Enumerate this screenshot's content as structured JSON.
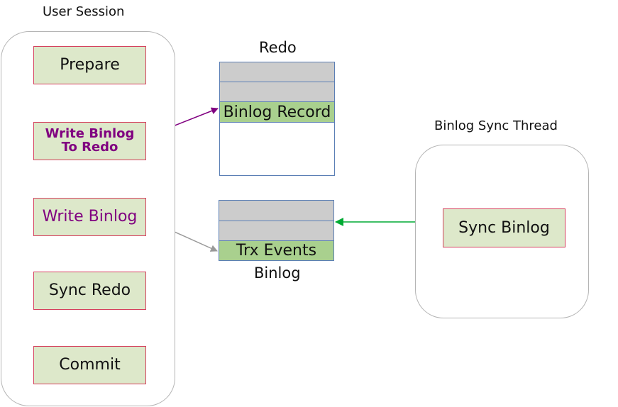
{
  "user_session": {
    "title": "User Session",
    "steps": [
      {
        "label": "Prepare",
        "color": "#111111"
      },
      {
        "label": "Write Binlog\nTo Redo",
        "color": "#800080",
        "bold": true
      },
      {
        "label": "Write Binlog",
        "color": "#800080"
      },
      {
        "label": "Sync Redo",
        "color": "#111111"
      },
      {
        "label": "Commit",
        "color": "#111111"
      }
    ]
  },
  "redo": {
    "title": "Redo",
    "record_label": "Binlog Record"
  },
  "binlog": {
    "title": "Binlog",
    "events_label": "Trx Events"
  },
  "sync_thread": {
    "title": "Binlog Sync Thread",
    "step_label": "Sync Binlog"
  },
  "colors": {
    "flow_arrow": "#ee7700",
    "to_redo_arrow": "#800080",
    "to_binlog_arrow": "#999999",
    "sync_arrow": "#00aa33",
    "step_fill": "#dde8ca",
    "step_border": "#d5405e",
    "record_fill": "#a9d08e",
    "slot_fill": "#cccccc"
  }
}
